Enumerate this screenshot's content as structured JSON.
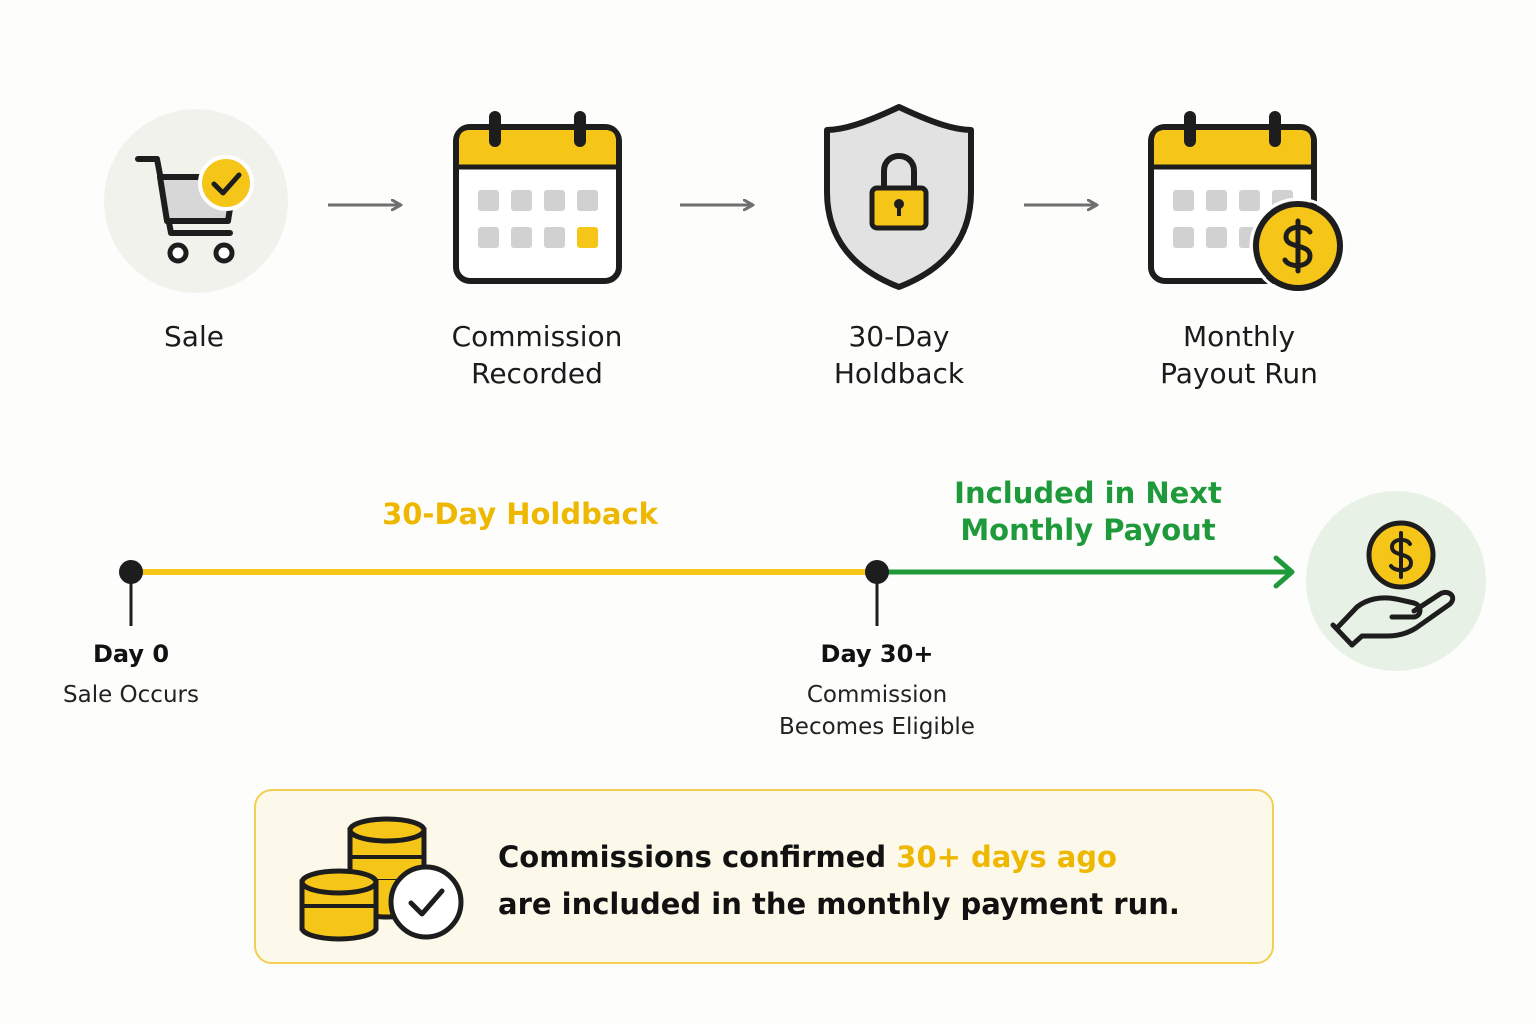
{
  "colors": {
    "yellow": "#f5c518",
    "green": "#1e9a3a",
    "gray_arrow": "#6f6f6f",
    "box_border": "#f1cf52",
    "box_background": "#fdf9ea"
  },
  "steps": [
    {
      "label": "Sale",
      "icon": "shopping-cart-check-icon"
    },
    {
      "label": "Commission\nRecorded",
      "icon": "calendar-icon"
    },
    {
      "label": "30-Day\nHoldback",
      "icon": "shield-lock-icon"
    },
    {
      "label": "Monthly\nPayout Run",
      "icon": "calendar-dollar-icon"
    }
  ],
  "timeline": {
    "holdback_label": "30-Day Holdback",
    "payout_label": "Included in Next\nMonthly Payout",
    "start": {
      "day": "Day 0",
      "description": "Sale Occurs"
    },
    "end": {
      "day": "Day 30+",
      "description": "Commission\nBecomes Eligible"
    },
    "end_icon": "hand-dollar-icon"
  },
  "note": {
    "icon": "coins-check-icon",
    "line1_prefix": "Commissions confirmed ",
    "line1_highlight": "30+ days ago",
    "line2": "are included in the monthly payment run."
  }
}
